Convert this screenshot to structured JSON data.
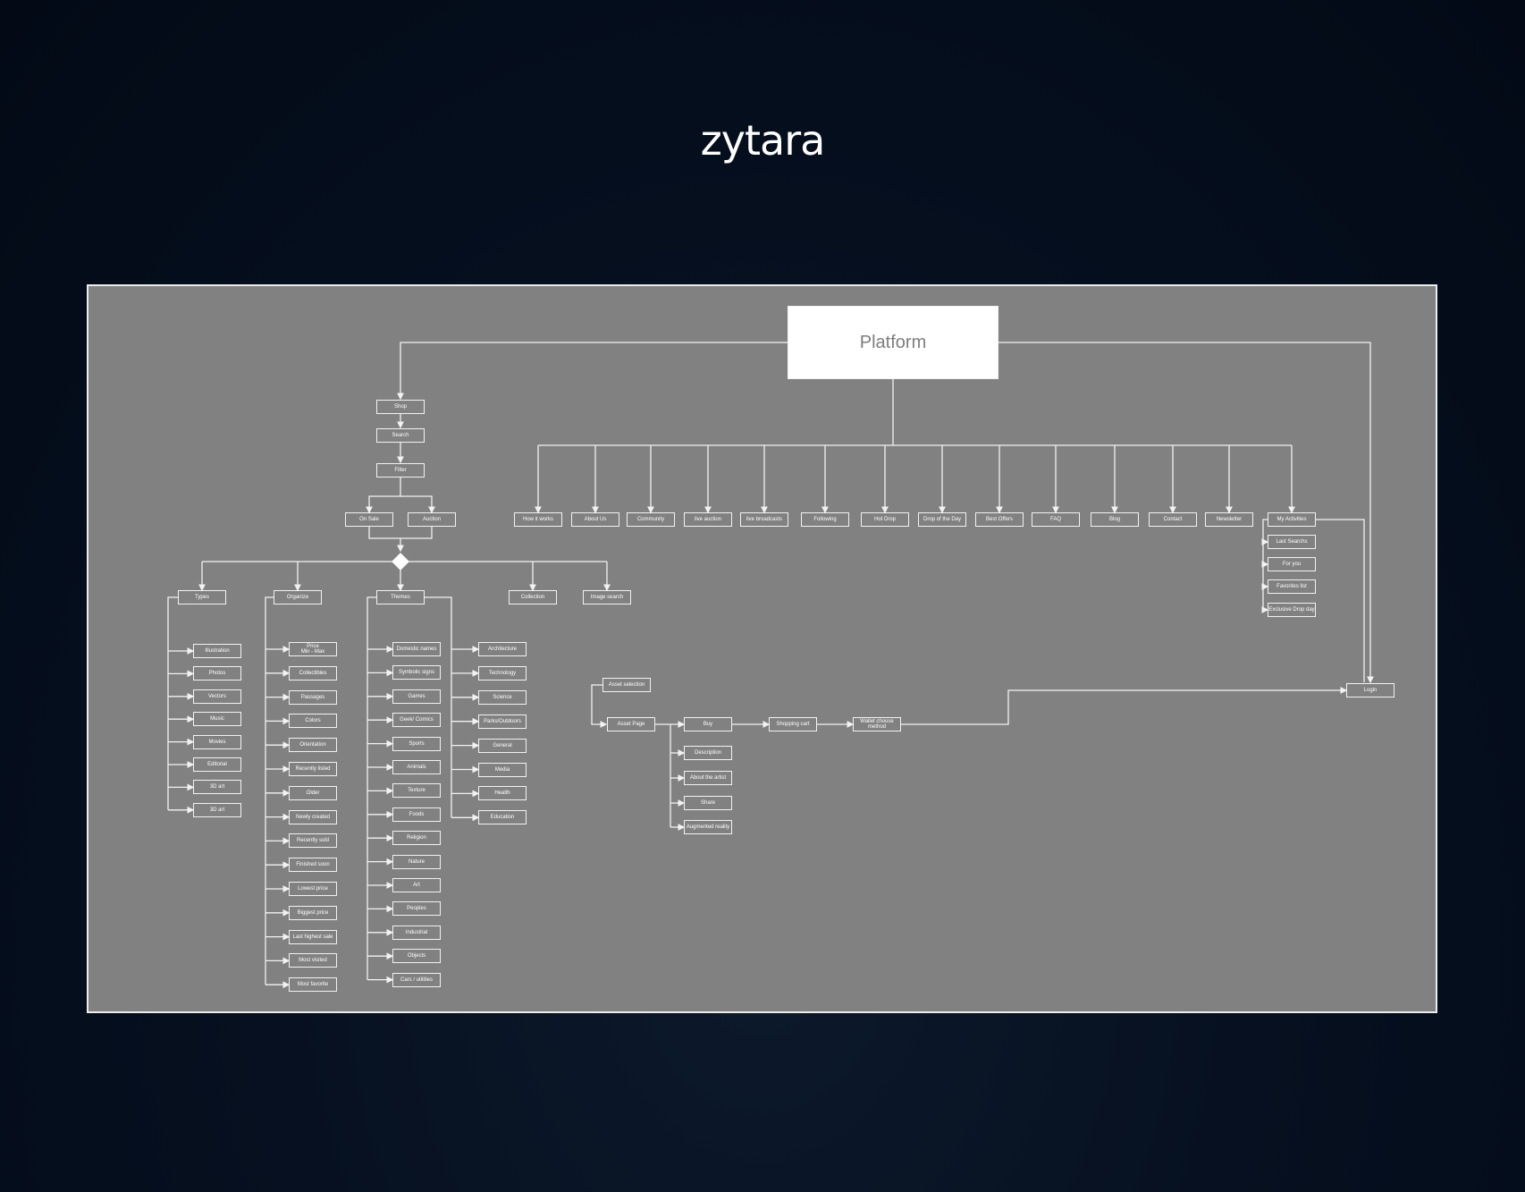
{
  "title": "zytara",
  "root": "Platform",
  "shop_path": [
    "Shop",
    "Search",
    "Filter"
  ],
  "sale_options": [
    "On Sale",
    "Auction"
  ],
  "categories": [
    "Types",
    "Organize",
    "Themes",
    "Collection",
    "Image search"
  ],
  "types": [
    "Illustration",
    "Photos",
    "Vectors",
    "Music",
    "Movies",
    "Editorial",
    "3D art",
    "3D art"
  ],
  "organize": [
    "Price\nMin - Max",
    "Collectibles",
    "Passages",
    "Colors",
    "Orientation",
    "Recently listed",
    "Older",
    "Newly created",
    "Recently sold",
    "Finished soon",
    "Lowest price",
    "Biggest price",
    "Last highest sale",
    "Most visited",
    "Most favorite"
  ],
  "themes_a": [
    "Domestic names",
    "Symbolic signs",
    "Games",
    "Geek/ Comics",
    "Sports",
    "Animals",
    "Texture",
    "Foods",
    "Religion",
    "Nature",
    "Art",
    "Peoples",
    "Industrial",
    "Objects",
    "Cars / utilities"
  ],
  "themes_b": [
    "Architecture",
    "Technology",
    "Science",
    "Parks/Outdoors",
    "General",
    "Media",
    "Health",
    "Education"
  ],
  "top_menu": [
    "How it works",
    "About Us",
    "Community",
    "live auction",
    "live broadcasts",
    "Following",
    "Hot Drop",
    "Drop of the Day",
    "Best Offers",
    "FAQ",
    "Blog",
    "Contact",
    "Newsletter",
    "My Activities"
  ],
  "my_activities": [
    "Last Searchs",
    "For you",
    "Favorites list",
    "Exclusive Drop day"
  ],
  "asset_flow": {
    "selection": "Asset selection",
    "page": "Asset Page",
    "buy": "Buy",
    "cart": "Shopping cart",
    "wallet": "Wallet choose\nmethod",
    "login": "Login",
    "details": [
      "Description",
      "About the artist",
      "Share",
      "Augmented reality"
    ]
  }
}
